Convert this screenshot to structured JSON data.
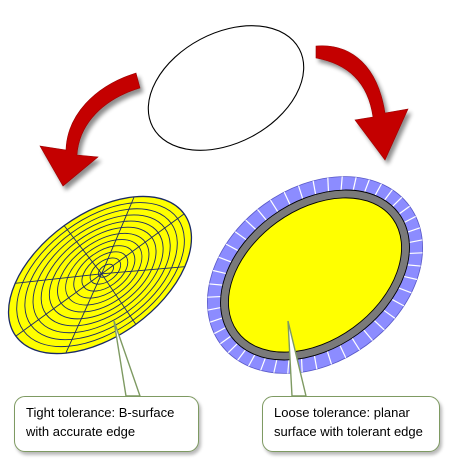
{
  "colors": {
    "arrow": "#c40000",
    "arrow_shadow": "#8a8a8a",
    "surface_fill": "#ffff00",
    "surface_grid": "#1a2a66",
    "tolerant_edge_band": "#8c8cff",
    "planar_inner_border": "#7a7a7a",
    "callout_border": "#7e9a62",
    "outline": "#000000"
  },
  "diagram": {
    "top_shape": "unfilled-ellipse",
    "left_result": "b-surface-with-iso-grid",
    "right_result": "planar-surface-with-tolerant-edge-band",
    "arrows": [
      "curved-arrow-left-down",
      "curved-arrow-right-down"
    ]
  },
  "callouts": {
    "left": {
      "line1": "Tight tolerance: B-surface",
      "line2": "with accurate edge"
    },
    "right": {
      "line1": "Loose tolerance: planar",
      "line2": "surface with tolerant edge"
    }
  }
}
